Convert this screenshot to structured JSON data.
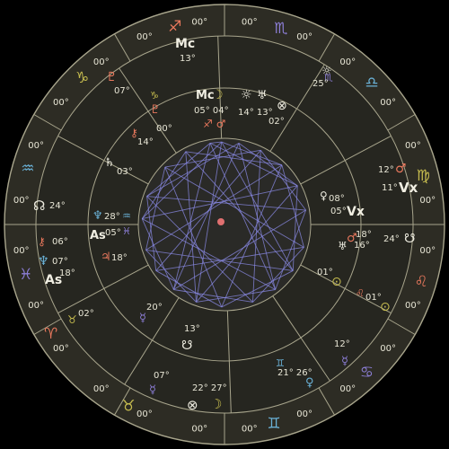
{
  "colors": {
    "background": "#000000",
    "zodiac_ring": "#2d2c24",
    "house_ring": "#262620",
    "inner_disc": "#2a2a27",
    "line": "#a8a58c",
    "text": "#f0eee2",
    "fire": "#e9785d",
    "earth": "#c7bd4f",
    "air": "#6ab1d6",
    "water": "#8c7ed6",
    "aspect_red": "#e07070",
    "aspect_blue": "#8a8ae6"
  },
  "outer_degree_labels": [
    "00°",
    "00°",
    "00°",
    "00°",
    "00°",
    "00°",
    "00°",
    "00°",
    "00°",
    "00°",
    "00°",
    "00°",
    "00°",
    "00°",
    "00°",
    "00°",
    "00°",
    "00°",
    "00°",
    "00°",
    "00°",
    "00°",
    "00°",
    "00°"
  ],
  "signs": [
    {
      "name": "aries-icon",
      "glyph": "♈",
      "element": "fire"
    },
    {
      "name": "taurus-icon",
      "glyph": "♉",
      "element": "earth"
    },
    {
      "name": "gemini-icon",
      "glyph": "♊",
      "element": "air"
    },
    {
      "name": "cancer-icon",
      "glyph": "♋",
      "element": "water"
    },
    {
      "name": "leo-icon",
      "glyph": "♌",
      "element": "fire"
    },
    {
      "name": "virgo-icon",
      "glyph": "♍",
      "element": "earth"
    },
    {
      "name": "libra-icon",
      "glyph": "♎",
      "element": "air"
    },
    {
      "name": "scorpio-icon",
      "glyph": "♏",
      "element": "water"
    },
    {
      "name": "sagittarius-icon",
      "glyph": "♐",
      "element": "fire"
    },
    {
      "name": "capricorn-icon",
      "glyph": "♑",
      "element": "earth"
    },
    {
      "name": "aquarius-icon",
      "glyph": "♒",
      "element": "air"
    },
    {
      "name": "pisces-icon",
      "glyph": "♓",
      "element": "water"
    }
  ],
  "labels": [
    {
      "name": "mc-label-outer",
      "text": "Mc",
      "color": "text",
      "bold": true
    },
    {
      "name": "mc-degree-outer",
      "text": "13°",
      "color": "text"
    },
    {
      "name": "mc-label-inner",
      "text": "Mc",
      "color": "text",
      "bold": true
    },
    {
      "name": "moon-icon-inner",
      "text": "☽",
      "color": "earth"
    },
    {
      "name": "mc-moon-degree",
      "text": "05° 04°",
      "color": "text"
    },
    {
      "name": "mars-arrow-glyph",
      "text": "♐ ♂",
      "color": "fire"
    },
    {
      "name": "pluto-icon-1",
      "text": "♇",
      "color": "fire"
    },
    {
      "name": "pluto-degree-1",
      "text": "07°",
      "color": "fire"
    },
    {
      "name": "pluto-icon-2",
      "text": "♇",
      "color": "fire"
    },
    {
      "name": "pluto-degree-2",
      "text": "00°",
      "color": "fire"
    },
    {
      "name": "chiron-glyph",
      "text": "⚷",
      "color": "fire"
    },
    {
      "name": "chiron-degree",
      "text": "14°",
      "color": "fire"
    },
    {
      "name": "capricorn-mini-icon",
      "text": "♑",
      "color": "earth"
    },
    {
      "name": "saturn-icon",
      "text": "♄",
      "color": "text"
    },
    {
      "name": "saturn-degree",
      "text": "03°",
      "color": "fire"
    },
    {
      "name": "sun-icon",
      "text": "☼",
      "color": "text"
    },
    {
      "name": "uranus-icon",
      "text": "♅",
      "color": "text"
    },
    {
      "name": "sun-uranus-degree",
      "text": "14° 13°",
      "color": "text"
    },
    {
      "name": "pof-icon",
      "text": "⊗",
      "color": "text"
    },
    {
      "name": "pof-degree",
      "text": "02°",
      "color": "text"
    },
    {
      "name": "scorpio-mini-icon",
      "text": "♏",
      "color": "water"
    },
    {
      "name": "sun-outer-icon",
      "text": "☼",
      "color": "text"
    },
    {
      "name": "sun-outer-degree",
      "text": "25°",
      "color": "text"
    },
    {
      "name": "node-icon",
      "text": "☊",
      "color": "text"
    },
    {
      "name": "node-degree",
      "text": "24°",
      "color": "fire"
    },
    {
      "name": "neptune-icon",
      "text": "♆",
      "color": "air"
    },
    {
      "name": "neptune-degree",
      "text": "28°",
      "color": "fire"
    },
    {
      "name": "aquarius-mini-icon",
      "text": "♒",
      "color": "air"
    },
    {
      "name": "as-label-inner",
      "text": "As",
      "color": "text",
      "bold": true
    },
    {
      "name": "as-degree-inner",
      "text": "05°",
      "color": "text"
    },
    {
      "name": "pisces-mini-icon",
      "text": "♓",
      "color": "water"
    },
    {
      "name": "chiron-pisces-glyph",
      "text": "⚷",
      "color": "fire"
    },
    {
      "name": "chiron-pisces-degree",
      "text": "06°",
      "color": "fire"
    },
    {
      "name": "jupiter-icon",
      "text": "♃",
      "color": "fire"
    },
    {
      "name": "jupiter-degree",
      "text": "18°",
      "color": "fire"
    },
    {
      "name": "neptune-outer-icon",
      "text": "♆",
      "color": "air"
    },
    {
      "name": "neptune-outer-degree",
      "text": "07°",
      "color": "text"
    },
    {
      "name": "as-label-outer",
      "text": "As",
      "color": "text",
      "bold": true
    },
    {
      "name": "as-degree-outer",
      "text": "18°",
      "color": "text"
    },
    {
      "name": "venus-icon",
      "text": "♀",
      "color": "text"
    },
    {
      "name": "venus-degree",
      "text": "08°",
      "color": "text"
    },
    {
      "name": "vertex-inner-label",
      "text": "Vx",
      "color": "text",
      "bold": true
    },
    {
      "name": "vertex-inner-degree",
      "text": "05°",
      "color": "text"
    },
    {
      "name": "mars-outer-icon",
      "text": "♂",
      "color": "fire"
    },
    {
      "name": "mars-outer-degree",
      "text": "12°",
      "color": "text"
    },
    {
      "name": "vertex-outer-label",
      "text": "Vx",
      "color": "text",
      "bold": true
    },
    {
      "name": "vertex-outer-degree",
      "text": "11°",
      "color": "text"
    },
    {
      "name": "mars-virgo-icon",
      "text": "♂",
      "color": "fire"
    },
    {
      "name": "mars-virgo-degree",
      "text": "18°",
      "color": "text"
    },
    {
      "name": "uranus-virgo-icon",
      "text": "♅",
      "color": "text"
    },
    {
      "name": "uranus-virgo-degree",
      "text": "16°",
      "color": "text"
    },
    {
      "name": "node-virgo-icon",
      "text": "☋",
      "color": "text"
    },
    {
      "name": "node-virgo-degree",
      "text": "24°",
      "color": "fire"
    },
    {
      "name": "pof-virgo-icon",
      "text": "⊙",
      "color": "earth"
    },
    {
      "name": "pof-virgo-degree",
      "text": "01°",
      "color": "text"
    },
    {
      "name": "leo-mini-icon",
      "text": "♌",
      "color": "fire"
    },
    {
      "name": "leo-degree",
      "text": "01°",
      "color": "text"
    },
    {
      "name": "pof-leo-icon",
      "text": "⊙",
      "color": "earth"
    },
    {
      "name": "mercury-icon",
      "text": "☿",
      "color": "water"
    },
    {
      "name": "mercury-degree",
      "text": "12°",
      "color": "text"
    },
    {
      "name": "venus-gemini-icon",
      "text": "♀",
      "color": "air"
    },
    {
      "name": "venus-gemini-degree",
      "text": "21° 26°",
      "color": "text"
    },
    {
      "name": "gemini-mini-icon",
      "text": "♊",
      "color": "air"
    },
    {
      "name": "moon-gemini-icon",
      "text": "☽",
      "color": "earth"
    },
    {
      "name": "moon-gemini-degree",
      "text": "22° 27°",
      "color": "text"
    },
    {
      "name": "pof-gemini-icon",
      "text": "⊗",
      "color": "text"
    },
    {
      "name": "node-south-icon",
      "text": "☋",
      "color": "text"
    },
    {
      "name": "node-south-degree",
      "text": "13°",
      "color": "fire"
    },
    {
      "name": "mercury-taurus-icon",
      "text": "☿",
      "color": "water"
    },
    {
      "name": "mercury-taurus-degree",
      "text": "20°",
      "color": "text"
    },
    {
      "name": "taurus-mini-icon",
      "text": "♉",
      "color": "earth"
    },
    {
      "name": "taurus-degree-outer",
      "text": "02°",
      "color": "fire"
    },
    {
      "name": "mercury-outer-icon",
      "text": "☿",
      "color": "water"
    },
    {
      "name": "mercury-outer-degree",
      "text": "07°",
      "color": "text"
    }
  ]
}
